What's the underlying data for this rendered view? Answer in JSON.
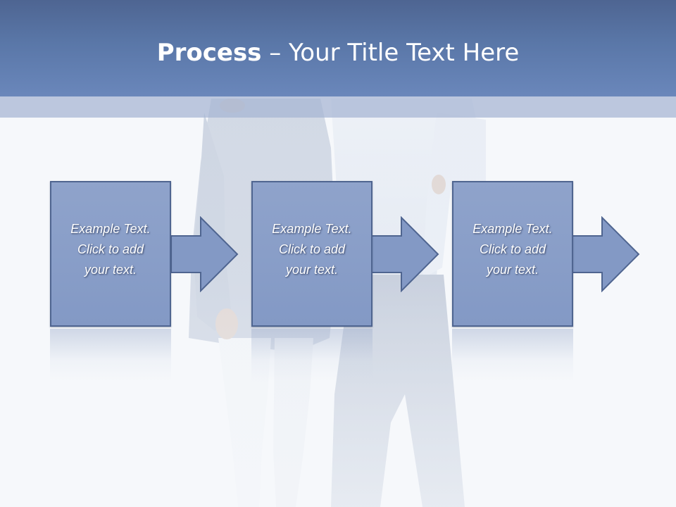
{
  "title": {
    "bold": "Process",
    "rest": " – Your Title Text Here"
  },
  "steps": [
    {
      "text": "Example Text.\nClick  to add\nyour text."
    },
    {
      "text": "Example Text.\nClick  to add\nyour text."
    },
    {
      "text": "Example Text.\nClick  to add\nyour text."
    }
  ],
  "colors": {
    "title_bar": "#5a77a8",
    "box_fill": "#8399c5",
    "box_border": "#4f6590",
    "background": "#f6f8fb"
  }
}
